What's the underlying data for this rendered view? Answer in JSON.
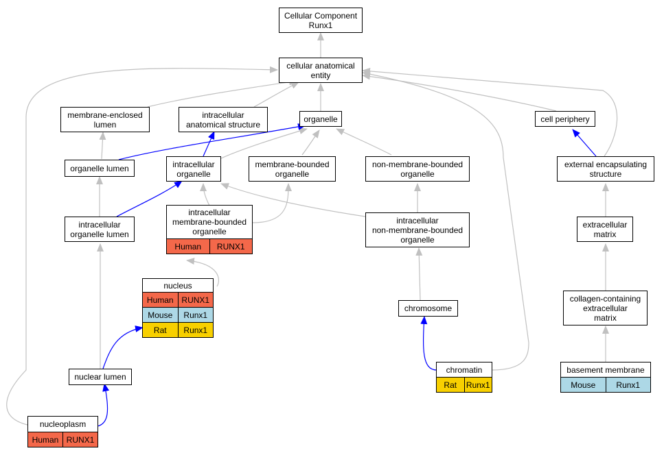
{
  "colors": {
    "human": "#f4684a",
    "mouse": "#add8e6",
    "rat": "#f8d000",
    "is_a_edge": "#c0c0c0",
    "part_of_edge": "#0000ff"
  },
  "nodes": {
    "root": {
      "label": "Cellular Component\nRunx1"
    },
    "cae": {
      "label": "cellular anatomical\nentity"
    },
    "mel": {
      "label": "membrane-enclosed\nlumen"
    },
    "ias": {
      "label": "intracellular\nanatomical structure"
    },
    "org": {
      "label": "organelle"
    },
    "cp": {
      "label": "cell periphery"
    },
    "ol": {
      "label": "organelle lumen"
    },
    "io": {
      "label": "intracellular\norganelle"
    },
    "mbo": {
      "label": "membrane-bounded\norganelle"
    },
    "nmbo": {
      "label": "non-membrane-bounded\norganelle"
    },
    "ees": {
      "label": "external encapsulating\nstructure"
    },
    "iol": {
      "label": "intracellular\norganelle lumen"
    },
    "imbo": {
      "label": "intracellular\nmembrane-bounded\norganelle",
      "rows": [
        [
          "Human",
          "RUNX1"
        ]
      ]
    },
    "inmbo": {
      "label": "intracellular\nnon-membrane-bounded\norganelle"
    },
    "ecm": {
      "label": "extracellular\nmatrix"
    },
    "nuc": {
      "label": "nucleus",
      "rows": [
        [
          "Human",
          "RUNX1"
        ],
        [
          "Mouse",
          "Runx1"
        ],
        [
          "Rat",
          "Runx1"
        ]
      ]
    },
    "chr": {
      "label": "chromosome"
    },
    "cce": {
      "label": "collagen-containing\nextracellular\nmatrix"
    },
    "nl": {
      "label": "nuclear lumen"
    },
    "chromatin": {
      "label": "chromatin",
      "rows": [
        [
          "Rat",
          "Runx1"
        ]
      ]
    },
    "bm": {
      "label": "basement membrane",
      "rows": [
        [
          "Mouse",
          "Runx1"
        ]
      ]
    },
    "np": {
      "label": "nucleoplasm",
      "rows": [
        [
          "Human",
          "RUNX1"
        ]
      ]
    }
  }
}
